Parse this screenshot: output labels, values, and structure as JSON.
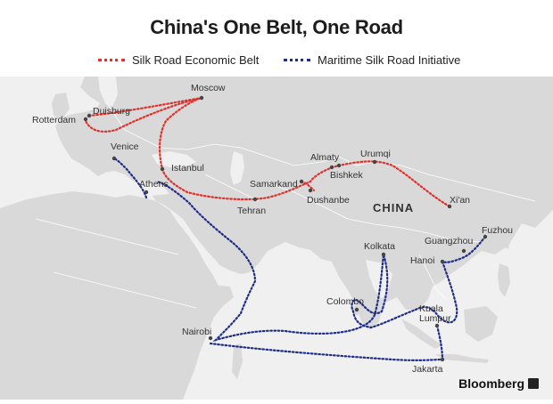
{
  "title": "China's One Belt, One Road",
  "legend": [
    {
      "label": "Silk Road Economic Belt",
      "color": "#e0312b"
    },
    {
      "label": "Maritime Silk Road Initiative",
      "color": "#1f2d8a"
    }
  ],
  "country_label": "CHINA",
  "cities": {
    "moscow": "Moscow",
    "duisburg": "Duisburg",
    "rotterdam": "Rotterdam",
    "venice": "Venice",
    "istanbul": "Istanbul",
    "athens": "Athens",
    "samarkand": "Samarkand",
    "almaty": "Almaty",
    "bishkek": "Bishkek",
    "urumqi": "Urumqi",
    "dushanbe": "Dushanbe",
    "tehran": "Tehran",
    "xian": "Xi'an",
    "fuzhou": "Fuzhou",
    "guangzhou": "Guangzhou",
    "hanoi": "Hanoi",
    "kolkata": "Kolkata",
    "colombo": "Colombo",
    "kuala_lumpur": "Kuala\nLumpur",
    "nairobi": "Nairobi",
    "jakarta": "Jakarta"
  },
  "brand": "Bloomberg",
  "colors": {
    "land": "#d9d9d9",
    "water": "#f0f0f0",
    "belt": "#e0312b",
    "maritime": "#1f2d8a"
  }
}
